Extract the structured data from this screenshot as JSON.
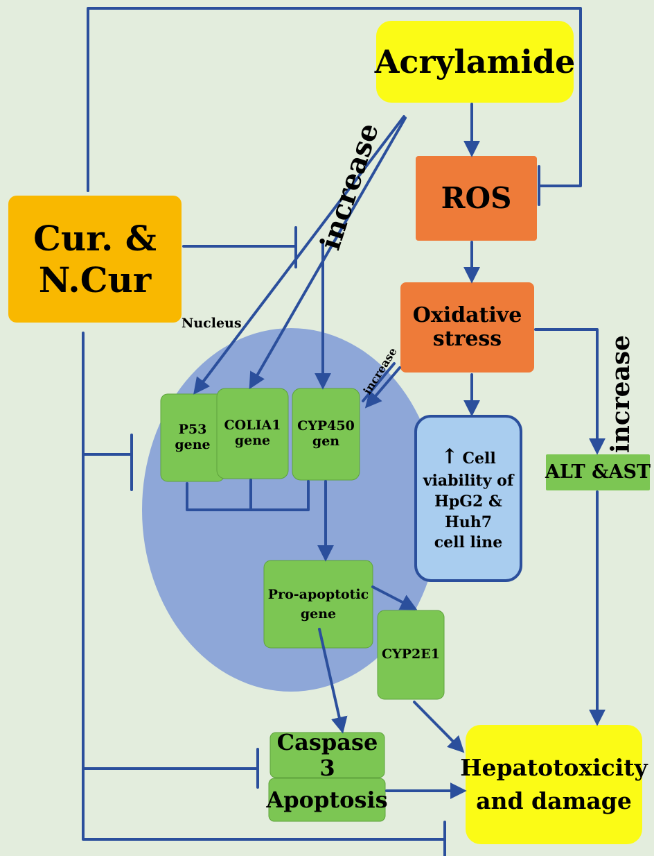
{
  "colors": {
    "background": "#e3eddd",
    "arrow": "#2b4f9c",
    "curcumin_box": "#f9b800",
    "acrylamide_box": "#fbfb16",
    "ros_box": "#ee7b39",
    "gene_box": "#7cc653",
    "nucleus": "#8ea7d8",
    "cell_viability_box": "#a9cdef",
    "hepatotoxicity_box": "#fbfb16"
  },
  "nodes": {
    "acrylamide": "Acrylamide",
    "ros": "ROS",
    "cur_line1": "Cur. &",
    "cur_line2": "N.Cur",
    "oxidative_line1": "Oxidative",
    "oxidative_line2": "stress",
    "nucleus_label": "Nucleus",
    "p53_line1": "P53",
    "p53_line2": "gene",
    "col_line1": "COLIA1",
    "col_line2": "gene",
    "cyp450_line1": "CYP450",
    "cyp450_line2": "gen",
    "pro_line1": "Pro-apoptotic",
    "pro_line2": "gene",
    "cyp2e1": "CYP2E1",
    "cell_up_arrow": "↑",
    "cell_line1": "Cell",
    "cell_line2": "viability of",
    "cell_line3": "HpG2 &",
    "cell_line4": "Huh7",
    "cell_line5": "cell line",
    "alt_ast": "ALT &AST",
    "caspase": "Caspase 3",
    "apoptosis": "Apoptosis",
    "hep_line1": "Hepatotoxicity",
    "hep_line2": "and damage"
  },
  "annotations": {
    "increase_main": "increase",
    "increase_small": "increase",
    "increase_right": "increase"
  }
}
